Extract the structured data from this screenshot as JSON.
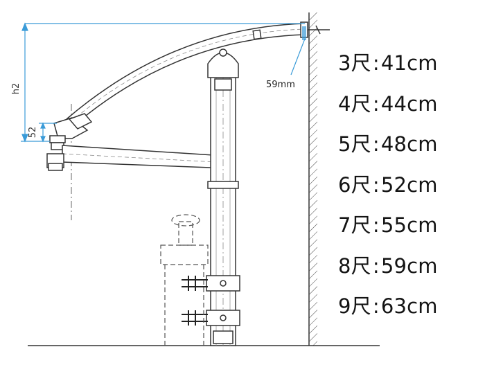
{
  "dimensions": {
    "height_label": "h2",
    "spout_drop_label": "52",
    "wall_gap_label": "59mm"
  },
  "size_table": [
    {
      "size": "3尺",
      "separator": ":",
      "height": "41cm"
    },
    {
      "size": "4尺",
      "separator": ":",
      "height": "44cm"
    },
    {
      "size": "5尺",
      "separator": ":",
      "height": "48cm"
    },
    {
      "size": "6尺",
      "separator": ":",
      "height": "52cm"
    },
    {
      "size": "7尺",
      "separator": ":",
      "height": "55cm"
    },
    {
      "size": "8尺",
      "separator": ":",
      "height": "59cm"
    },
    {
      "size": "9尺",
      "separator": ":",
      "height": "63cm"
    }
  ],
  "colors": {
    "line": "#333333",
    "dimension": "#3a9bd8",
    "text": "#141414"
  }
}
